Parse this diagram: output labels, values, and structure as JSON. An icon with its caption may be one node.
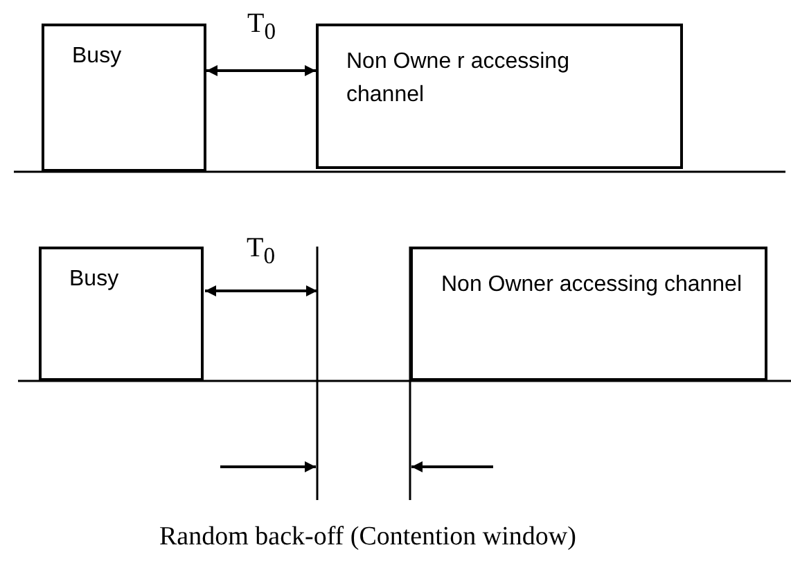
{
  "diagram": {
    "nodes": [
      {
        "text": [
          "Busy"
        ]
      },
      {
        "text": [
          "Non Owne r accessing channel"
        ]
      },
      {
        "text": [
          "Busy"
        ]
      },
      {
        "text": [
          "Non Owner accessing channel"
        ]
      }
    ],
    "edges": [
      {
        "from": 0,
        "to": 1,
        "arrow": "both",
        "label": "T$_{0}$"
      }
    ],
    "labels": [
      "T$_{0}$",
      "Random back-off (Contention window)"
    ]
  }
}
